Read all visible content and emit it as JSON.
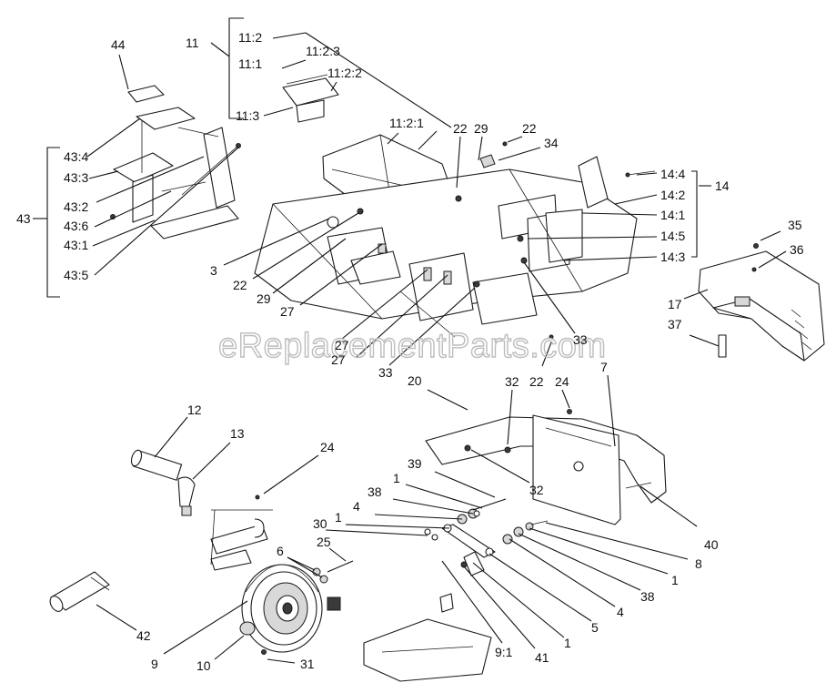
{
  "watermark": "eReplacementParts.com",
  "callouts": [
    {
      "id": "c44",
      "text": "44"
    },
    {
      "id": "c11",
      "text": "11"
    },
    {
      "id": "c11_2",
      "text": "11:2"
    },
    {
      "id": "c11_2_3",
      "text": "11:2:3"
    },
    {
      "id": "c11_1",
      "text": "11:1"
    },
    {
      "id": "c11_2_2",
      "text": "11:2:2"
    },
    {
      "id": "c11_3",
      "text": "11:3"
    },
    {
      "id": "c11_2_1",
      "text": "11:2:1"
    },
    {
      "id": "c22a",
      "text": "22"
    },
    {
      "id": "c29a",
      "text": "29"
    },
    {
      "id": "c22b",
      "text": "22"
    },
    {
      "id": "c34",
      "text": "34"
    },
    {
      "id": "c14_4",
      "text": "14:4"
    },
    {
      "id": "c14_2",
      "text": "14:2"
    },
    {
      "id": "c14",
      "text": "14"
    },
    {
      "id": "c14_1",
      "text": "14:1"
    },
    {
      "id": "c14_5",
      "text": "14:5"
    },
    {
      "id": "c14_3",
      "text": "14:3"
    },
    {
      "id": "c43_4",
      "text": "43:4"
    },
    {
      "id": "c43_3",
      "text": "43:3"
    },
    {
      "id": "c43",
      "text": "43"
    },
    {
      "id": "c43_2",
      "text": "43:2"
    },
    {
      "id": "c43_6",
      "text": "43:6"
    },
    {
      "id": "c43_1",
      "text": "43:1"
    },
    {
      "id": "c43_5",
      "text": "43:5"
    },
    {
      "id": "c3",
      "text": "3"
    },
    {
      "id": "c22c",
      "text": "22"
    },
    {
      "id": "c29b",
      "text": "29"
    },
    {
      "id": "c27a",
      "text": "27"
    },
    {
      "id": "c27b",
      "text": "27"
    },
    {
      "id": "c27c",
      "text": "27"
    },
    {
      "id": "c33a",
      "text": "33"
    },
    {
      "id": "c33b",
      "text": "33"
    },
    {
      "id": "c35",
      "text": "35"
    },
    {
      "id": "c36",
      "text": "36"
    },
    {
      "id": "c17",
      "text": "17"
    },
    {
      "id": "c37",
      "text": "37"
    },
    {
      "id": "c20",
      "text": "20"
    },
    {
      "id": "c32a",
      "text": "32"
    },
    {
      "id": "c22d",
      "text": "22"
    },
    {
      "id": "c24a",
      "text": "24"
    },
    {
      "id": "c7",
      "text": "7"
    },
    {
      "id": "c12",
      "text": "12"
    },
    {
      "id": "c13",
      "text": "13"
    },
    {
      "id": "c24b",
      "text": "24"
    },
    {
      "id": "c39",
      "text": "39"
    },
    {
      "id": "c32b",
      "text": "32"
    },
    {
      "id": "c1a",
      "text": "1"
    },
    {
      "id": "c38a",
      "text": "38"
    },
    {
      "id": "c4a",
      "text": "4"
    },
    {
      "id": "c1b",
      "text": "1"
    },
    {
      "id": "c30",
      "text": "30"
    },
    {
      "id": "c25",
      "text": "25"
    },
    {
      "id": "c6",
      "text": "6"
    },
    {
      "id": "c40",
      "text": "40"
    },
    {
      "id": "c8",
      "text": "8"
    },
    {
      "id": "c1c",
      "text": "1"
    },
    {
      "id": "c38b",
      "text": "38"
    },
    {
      "id": "c4b",
      "text": "4"
    },
    {
      "id": "c5",
      "text": "5"
    },
    {
      "id": "c1d",
      "text": "1"
    },
    {
      "id": "c41",
      "text": "41"
    },
    {
      "id": "c9_1",
      "text": "9:1"
    },
    {
      "id": "c42",
      "text": "42"
    },
    {
      "id": "c9",
      "text": "9"
    },
    {
      "id": "c10",
      "text": "10"
    },
    {
      "id": "c31",
      "text": "31"
    }
  ]
}
